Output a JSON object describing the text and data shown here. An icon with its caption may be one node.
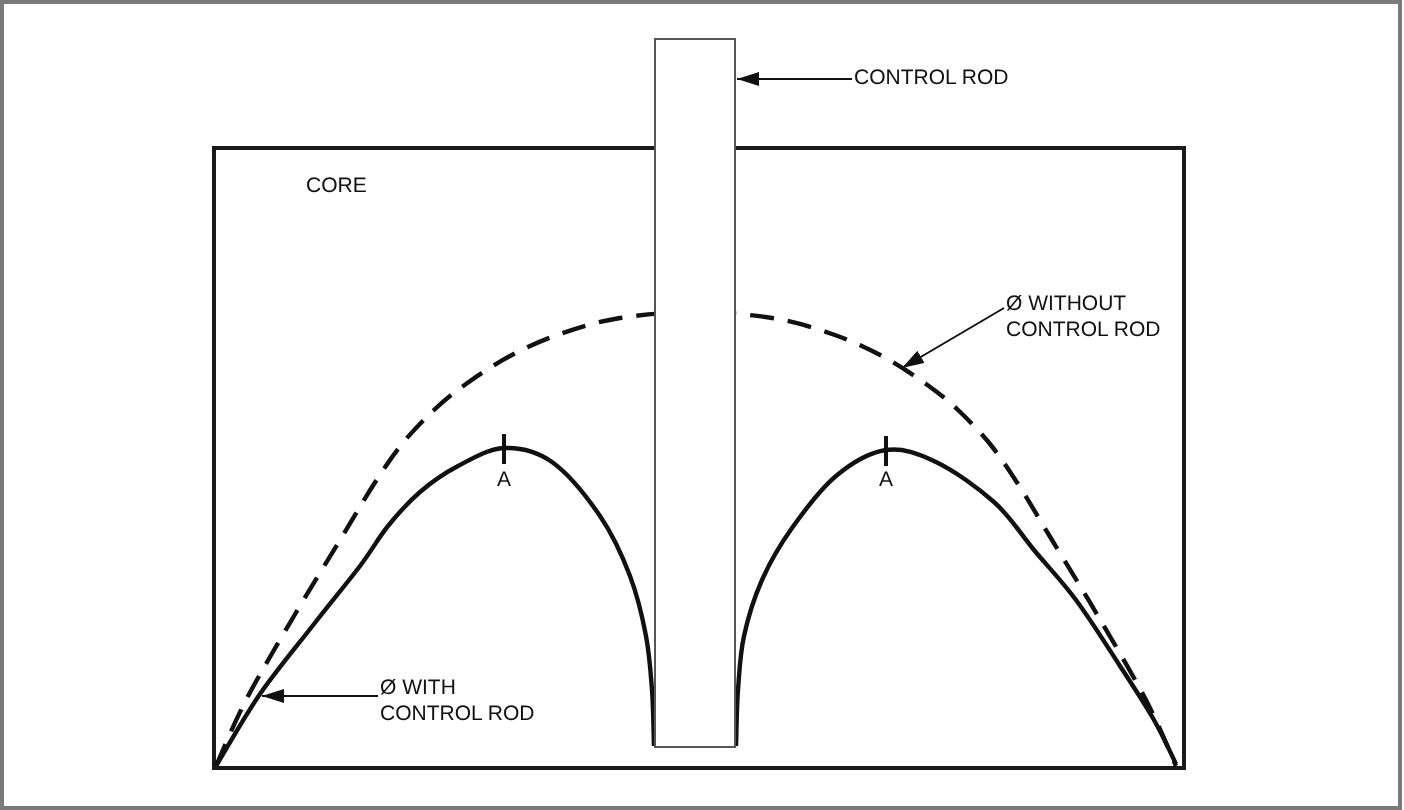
{
  "diagram": {
    "nodes": [
      {
        "text": [],
        "shape": "bar"
      },
      {
        "text": [
          "CONTROL ROD"
        ]
      },
      {
        "text": [
          "CORE"
        ]
      },
      {
        "text": [
          "Ø WITHOUT CONTROL ROD"
        ],
        "in": 2
      },
      {
        "text": [
          "Ø WITH CONTROL ROD"
        ],
        "in": 2
      }
    ],
    "edges": [
      {
        "from": 1,
        "to": 0,
        "arrow": "to"
      },
      {
        "from": 3,
        "to": null,
        "arrow": "to"
      },
      {
        "from": 4,
        "to": null,
        "arrow": "to"
      }
    ],
    "labels": [
      "A",
      "A"
    ]
  }
}
